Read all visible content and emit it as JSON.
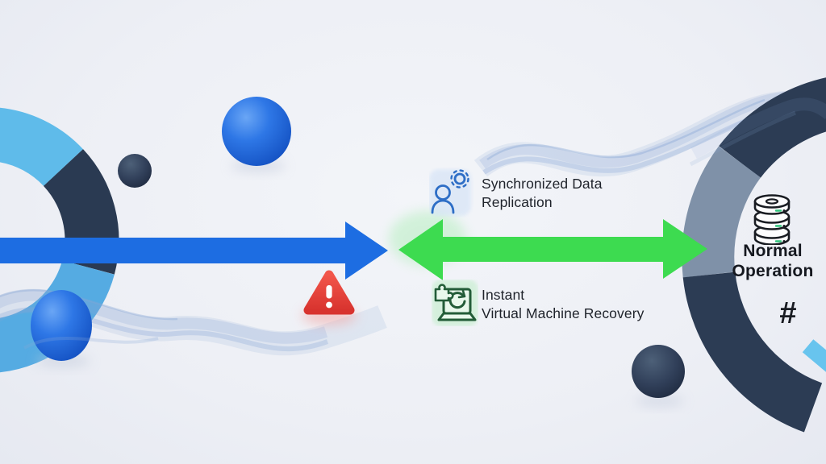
{
  "diagram_type": "disaster-recovery-replication-illustration",
  "labels": {
    "sync": {
      "line1": "Synchronized Data",
      "line2": "Replication"
    },
    "recovery": {
      "line1": "Instant",
      "line2": "Virtual Machine Recovery"
    },
    "normal": {
      "line1": "Normal",
      "line2": "Operation"
    },
    "hash": "#"
  },
  "icons": [
    {
      "name": "user-sync-icon",
      "meaning": "synchronized data replication",
      "color": "#2e6ec6"
    },
    {
      "name": "vm-restore-icon",
      "meaning": "instant virtual machine recovery",
      "color": "#235c38"
    },
    {
      "name": "database-stack-icon",
      "meaning": "normal operation storage",
      "color": "#191c22"
    },
    {
      "name": "warning-triangle-icon",
      "meaning": "failure alert",
      "color": "#e8403a"
    }
  ],
  "arrows": [
    {
      "name": "blue-arrow",
      "direction": "right",
      "color": "#1d6de2"
    },
    {
      "name": "green-arrow",
      "direction": "both",
      "color": "#3ddb50"
    }
  ],
  "colors": {
    "bg": "#edeff5",
    "bglight": "#f3f5f9",
    "bgdark": "#e6e9f1",
    "navy": "#2a3a52",
    "navy2": "#2c3c54",
    "sky": "#5fbbea",
    "skybottom": "#55abe2",
    "grayring": "#7f91a8",
    "skycorner": "#68c4ee",
    "bluearrow": "#1d6de2",
    "greenarrow": "#3ddb50",
    "red": "#e8403a",
    "ink": "#1f232b",
    "iconblue": "#2e6ec6",
    "icongreen": "#235c38",
    "wave": "#87a6d6"
  }
}
